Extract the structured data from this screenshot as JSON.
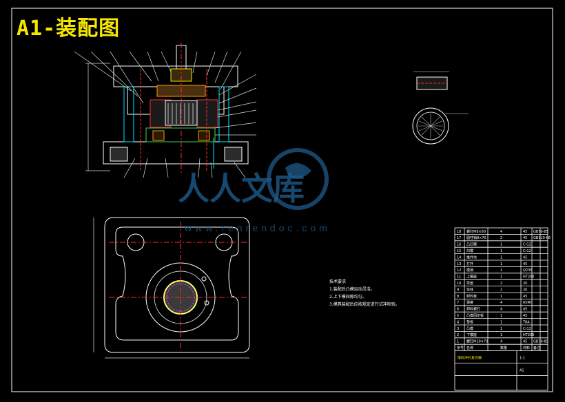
{
  "header": {
    "title": "A1-装配图"
  },
  "watermark": {
    "brand": "人人文库",
    "url": "www.renrendoc.com"
  },
  "notes": {
    "heading": "技术要求",
    "lines": [
      "1.装配后凸模运动灵活。",
      "2.上下模间隙均匀。",
      "3.模具装配后应按规定进行试冲检验。"
    ]
  },
  "bom": {
    "rows": [
      [
        "18",
        "螺钉M8×60",
        "4",
        "45",
        "GB70-85"
      ],
      [
        "17",
        "圆柱销8×70",
        "2",
        "45",
        "GB119-86"
      ],
      [
        "16",
        "凸凹模",
        "1",
        "Cr12",
        ""
      ],
      [
        "15",
        "凹模",
        "1",
        "Cr12",
        ""
      ],
      [
        "14",
        "推件块",
        "1",
        "45",
        ""
      ],
      [
        "13",
        "打杆",
        "1",
        "45",
        ""
      ],
      [
        "12",
        "模柄",
        "1",
        "Q235",
        ""
      ],
      [
        "11",
        "上模座",
        "1",
        "HT200",
        ""
      ],
      [
        "10",
        "导套",
        "2",
        "20",
        ""
      ],
      [
        "9",
        "导柱",
        "2",
        "20",
        ""
      ],
      [
        "8",
        "卸料板",
        "1",
        "45",
        ""
      ],
      [
        "7",
        "弹簧",
        "4",
        "65Mn",
        ""
      ],
      [
        "6",
        "卸料螺钉",
        "4",
        "45",
        ""
      ],
      [
        "5",
        "凸模固定板",
        "1",
        "45",
        ""
      ],
      [
        "4",
        "垫板",
        "1",
        "T8A",
        ""
      ],
      [
        "3",
        "凸模",
        "1",
        "Cr12",
        ""
      ],
      [
        "2",
        "下模座",
        "1",
        "HT200",
        ""
      ],
      [
        "1",
        "螺钉M10×70",
        "4",
        "45",
        "GB70-85"
      ]
    ],
    "header_labels": [
      "序号",
      "名称",
      "数量",
      "材料",
      "备注"
    ],
    "project": "落料冲孔复合模",
    "drawing_no": "A1",
    "scale": "1:1"
  },
  "colors": {
    "line": "#ffffff",
    "yellow": "#f5e600",
    "cyan": "#00e5ff",
    "red": "#ff2a2a",
    "green": "#39d353",
    "magenta": "#ff40ff",
    "watermark": "#1d5a8a"
  }
}
